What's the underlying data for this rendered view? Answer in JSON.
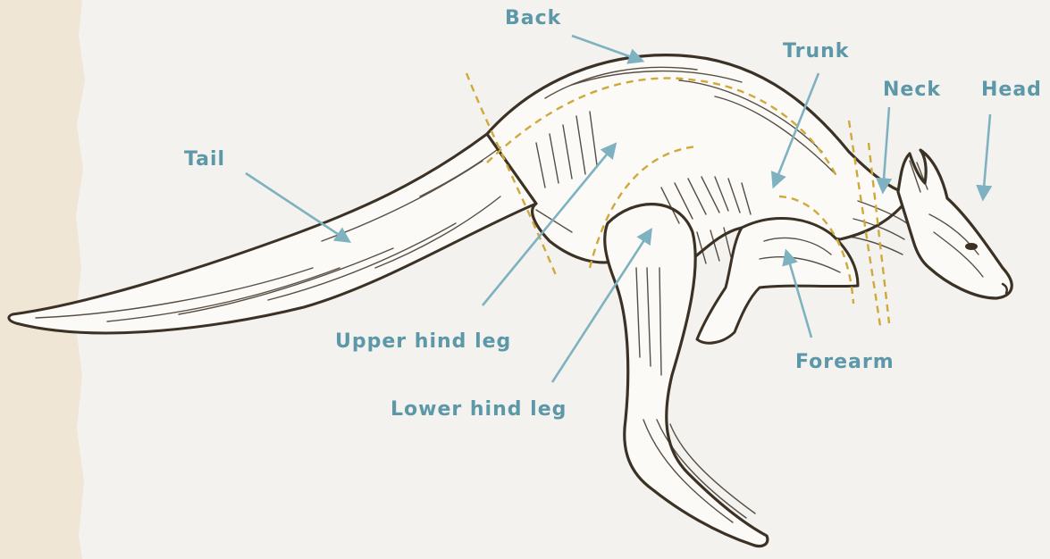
{
  "colors": {
    "background": "#f3f2ee",
    "paper_edge": "#efe6d6",
    "ink": "#3c3125",
    "label": "#5c98a8",
    "dashed_boundary": "#cfa93a"
  },
  "labels": {
    "back": "Back",
    "trunk": "Trunk",
    "neck": "Neck",
    "head": "Head",
    "tail": "Tail",
    "upper_hind_leg": "Upper hind leg",
    "forearm": "Forearm",
    "lower_hind_leg": "Lower hind leg"
  },
  "illustration": {
    "subject": "kangaroo-sketch"
  }
}
